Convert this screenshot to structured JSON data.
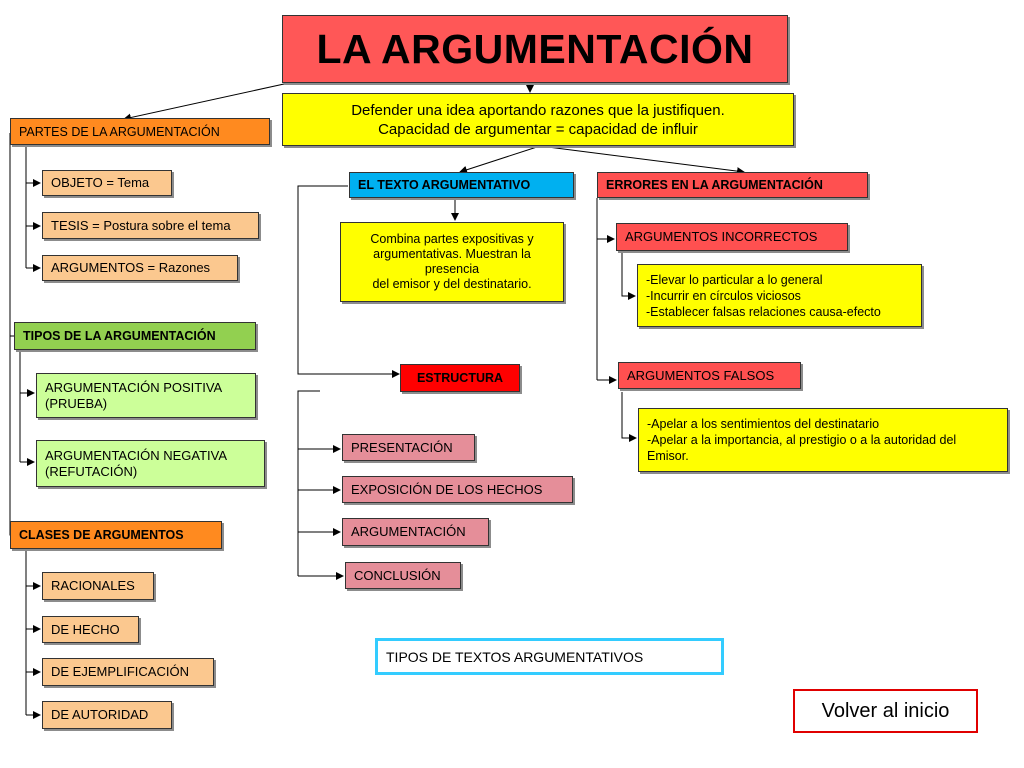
{
  "title": "LA ARGUMENTACIÓN",
  "definition": {
    "line1": "Defender una idea aportando razones que la justifiquen.",
    "line2": "Capacidad de argumentar = capacidad de influir"
  },
  "partes": {
    "header": "PARTES DE LA ARGUMENTACIÓN",
    "items": [
      "OBJETO = Tema",
      "TESIS = Postura sobre el tema",
      "ARGUMENTOS = Razones"
    ]
  },
  "tipos": {
    "header": "TIPOS DE LA ARGUMENTACIÓN",
    "items": [
      {
        "line1": "ARGUMENTACIÓN POSITIVA",
        "line2": "(PRUEBA)"
      },
      {
        "line1": "ARGUMENTACIÓN NEGATIVA",
        "line2": "(REFUTACIÓN)"
      }
    ]
  },
  "clases": {
    "header": "CLASES DE ARGUMENTOS",
    "items": [
      "RACIONALES",
      "DE HECHO",
      "DE EJEMPLIFICACIÓN",
      "DE AUTORIDAD"
    ]
  },
  "texto": {
    "header": "EL TEXTO ARGUMENTATIVO",
    "description": {
      "line1": "Combina partes expositivas y",
      "line2": "argumentativas. Muestran la",
      "line3": "presencia",
      "line4": "del emisor y del destinatario."
    },
    "estructura": {
      "header": "ESTRUCTURA",
      "items": [
        "PRESENTACIÓN",
        "EXPOSICIÓN DE LOS HECHOS",
        "ARGUMENTACIÓN",
        "CONCLUSIÓN"
      ]
    }
  },
  "errores": {
    "header": "ERRORES EN LA ARGUMENTACIÓN",
    "incorrectos": {
      "label": "ARGUMENTOS INCORRECTOS",
      "items": [
        "-Elevar lo particular a lo general",
        "-Incurrir en círculos viciosos",
        "-Establecer falsas relaciones causa-efecto"
      ]
    },
    "falsos": {
      "label": "ARGUMENTOS FALSOS",
      "items": [
        "-Apelar a los sentimientos del destinatario",
        "-Apelar a la importancia, al prestigio o a la autoridad del",
        "Emisor."
      ]
    }
  },
  "tipos_textos_link": "TIPOS DE TEXTOS ARGUMENTATIVOS",
  "volver_button": "Volver al inicio",
  "colors": {
    "title_red": "#ff5757",
    "header_orange": "#ff8a1f",
    "header_green": "#92d050",
    "item_peach": "#fbc88f",
    "item_light_green": "#ccff99",
    "errores_red": "#ff5050",
    "highlight_yellow": "#ffff00",
    "texto_blue": "#00b0f0",
    "estructura_pink": "#e58e99",
    "estructura_red": "#ff0000",
    "link_border_cyan": "#33ccff",
    "button_border_red": "#e00000"
  }
}
